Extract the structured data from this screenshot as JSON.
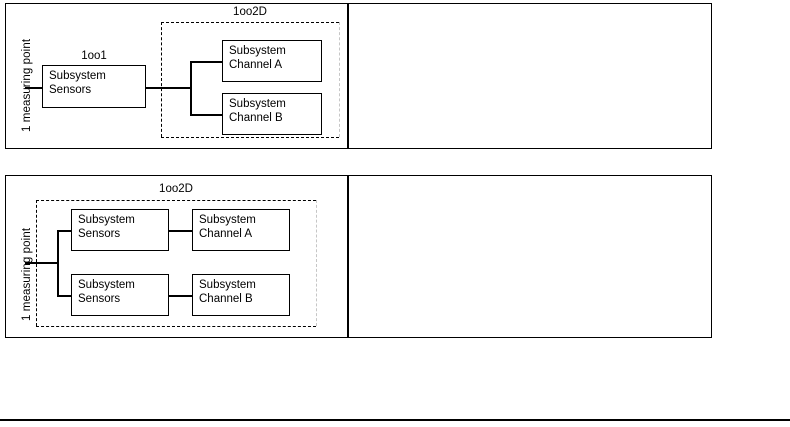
{
  "figure": {
    "bottom_rule": true,
    "colors": {
      "line": "#000000",
      "dashed_faint": "#c6c6c6",
      "background": "#ffffff"
    }
  },
  "panels": [
    {
      "id": "panel-1",
      "axis_label": "1 measuring point",
      "single_block": {
        "group_label": "1oo1",
        "line1": "Subsystem",
        "line2": "Sensors"
      },
      "group": {
        "group_label": "1oo2D",
        "channels": [
          {
            "line1": "Subsystem",
            "line2": "Channel A"
          },
          {
            "line1": "Subsystem",
            "line2": "Channel B"
          }
        ]
      },
      "right_pane": ""
    },
    {
      "id": "panel-2",
      "axis_label": "1 measuring point",
      "group": {
        "group_label": "1oo2D",
        "rows": [
          {
            "sensor": {
              "line1": "Subsystem",
              "line2": "Sensors"
            },
            "channel": {
              "line1": "Subsystem",
              "line2": "Channel A"
            }
          },
          {
            "sensor": {
              "line1": "Subsystem",
              "line2": "Sensors"
            },
            "channel": {
              "line1": "Subsystem",
              "line2": "Channel B"
            }
          }
        ]
      },
      "right_pane": ""
    }
  ]
}
